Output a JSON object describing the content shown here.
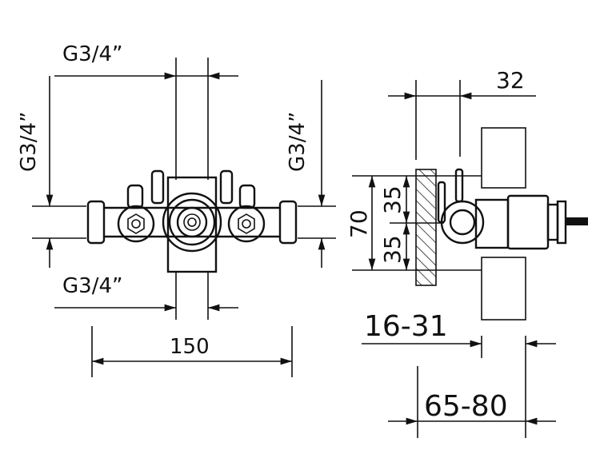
{
  "front_view": {
    "top_thread": "G3/4”",
    "left_thread": "G3/4”",
    "right_thread": "G3/4”",
    "bottom_thread": "G3/4”",
    "width": "150"
  },
  "side_view": {
    "depth_top": "32",
    "height_total": "70",
    "height_upper": "35",
    "height_lower": "35",
    "wall_range": "16-31",
    "install_range": "65-80"
  },
  "colors": {
    "line": "#111111",
    "background": "#ffffff"
  }
}
